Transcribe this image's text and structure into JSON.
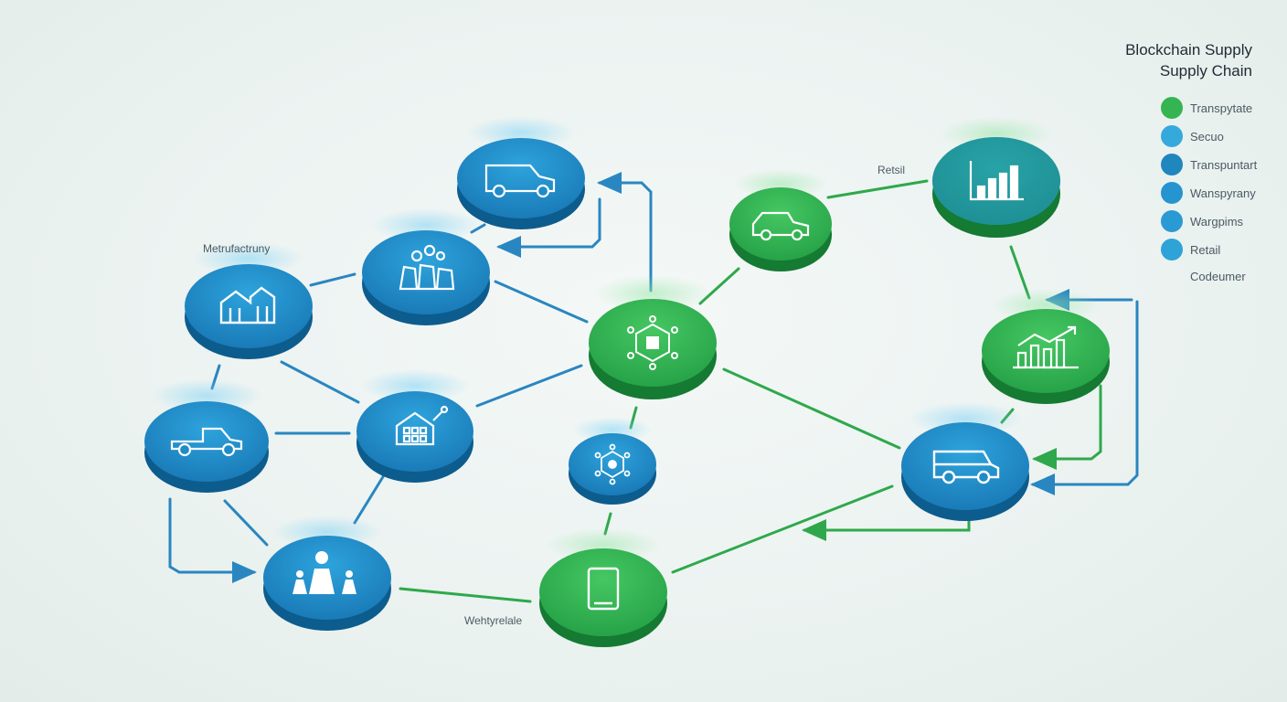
{
  "diagram": {
    "title_line1": "Blockchain Supply",
    "title_line2": "Supply Chain",
    "node_labels": {
      "manufacturing": "Metrufactruny",
      "retail": "Retsil",
      "warehouse": "Wehtyrelale"
    }
  },
  "legend": {
    "items": [
      {
        "label": "Transpytate",
        "color": "#34b552"
      },
      {
        "label": "Secuo",
        "color": "#35a9dc"
      },
      {
        "label": "Transpuntart",
        "color": "#1f86be"
      },
      {
        "label": "Wanspyrany",
        "color": "#2594cf"
      },
      {
        "label": "Wargpims",
        "color": "#2a9ad4"
      },
      {
        "label": "Retail",
        "color": "#2ea3d8"
      }
    ],
    "extra": "Codeumer"
  },
  "colors": {
    "blue_node": "#1f8cc7",
    "green_node": "#2fb24f",
    "blue_line": "#2a86c0",
    "green_line": "#2fa84b"
  },
  "nodes": [
    {
      "name": "van-node",
      "color": "blue",
      "icon": "van-icon"
    },
    {
      "name": "factory-node",
      "color": "blue",
      "icon": "factory-icon"
    },
    {
      "name": "supplier-node",
      "color": "blue",
      "icon": "raw-materials-icon"
    },
    {
      "name": "pickup-truck-node",
      "color": "blue",
      "icon": "pickup-truck-icon"
    },
    {
      "name": "warehouse-node",
      "color": "blue",
      "icon": "warehouse-icon"
    },
    {
      "name": "people-node",
      "color": "blue",
      "icon": "people-icon"
    },
    {
      "name": "blockchain-hub-node",
      "color": "green",
      "icon": "blockchain-network-icon"
    },
    {
      "name": "small-blockchain-node",
      "color": "blue",
      "icon": "blockchain-network-icon"
    },
    {
      "name": "jeep-node",
      "color": "green",
      "icon": "jeep-icon"
    },
    {
      "name": "bar-chart-node",
      "color": "green",
      "icon": "bar-chart-icon"
    },
    {
      "name": "growth-chart-node",
      "color": "green",
      "icon": "growth-chart-icon"
    },
    {
      "name": "suv-node",
      "color": "blue",
      "icon": "suv-icon"
    },
    {
      "name": "tablet-node",
      "color": "green",
      "icon": "tablet-icon"
    }
  ]
}
